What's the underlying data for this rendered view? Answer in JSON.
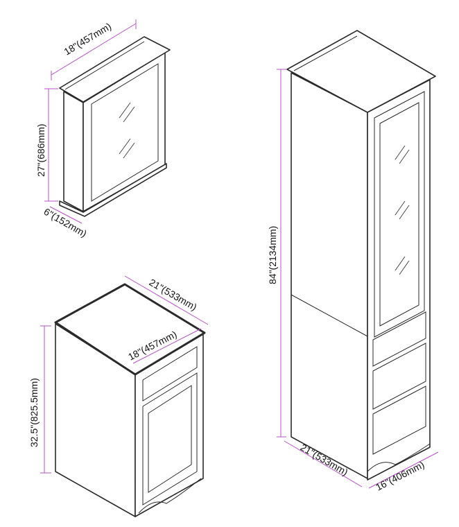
{
  "colors": {
    "dimension_line": "#b451c4",
    "outline": "#2a2a2a"
  },
  "wall_cabinet": {
    "width": "18\"(457mm)",
    "height": "27\"(686mm)",
    "depth": "6\"(152mm)"
  },
  "linen_tower": {
    "height": "84\"(2134mm)",
    "width": "21\"(533mm)",
    "depth": "16\"(406mm)"
  },
  "base_cabinet": {
    "width": "21\"(533mm)",
    "depth": "18\"(457mm)",
    "height": "32.5\"(825.5mm)"
  }
}
